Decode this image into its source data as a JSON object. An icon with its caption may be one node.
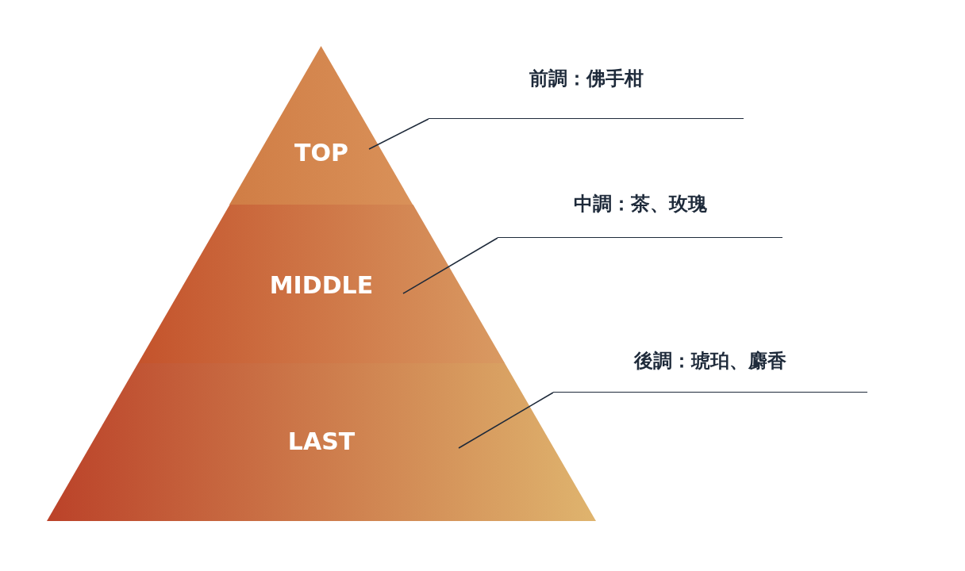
{
  "diagram": {
    "nodes": [
      {
        "text": [
          "TOP"
        ]
      },
      {
        "text": [
          "MIDDLE"
        ]
      },
      {
        "text": [
          "LAST"
        ]
      },
      {
        "text": [
          "前調：佛手柑"
        ]
      },
      {
        "text": [
          "中調：茶、玫瑰"
        ]
      },
      {
        "text": [
          "後調：琥珀、麝香"
        ]
      }
    ],
    "edges": [
      {
        "from": 3,
        "to": 0,
        "arrow": "none"
      },
      {
        "from": 4,
        "to": 1,
        "arrow": "none"
      },
      {
        "from": 5,
        "to": 2,
        "arrow": "none"
      }
    ]
  }
}
